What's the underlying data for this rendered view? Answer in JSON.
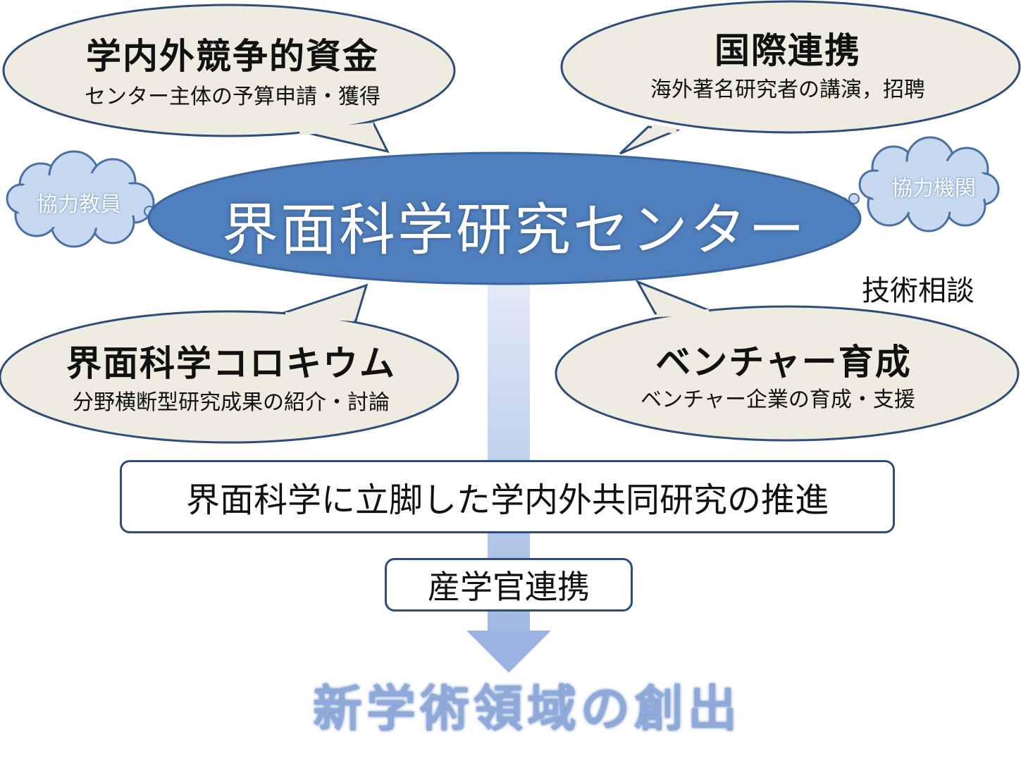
{
  "center": {
    "title": "界面科学研究センター"
  },
  "bubbles": [
    {
      "id": "funding",
      "title": "学内外競争的資金",
      "subtitle": "センター主体の予算申請・獲得"
    },
    {
      "id": "international",
      "title": "国際連携",
      "subtitle": "海外著名研究者の講演，招聘"
    },
    {
      "id": "colloquium",
      "title": "界面科学コロキウム",
      "subtitle": "分野横断型研究成果の紹介・討論"
    },
    {
      "id": "venture",
      "title": "ベンチャー育成",
      "subtitle": "ベンチャー企業の育成・支援"
    }
  ],
  "clouds": {
    "left": "協力教員",
    "right": "協力機関"
  },
  "side_note": "技術相談",
  "boxes": {
    "joint_research": "界面科学に立脚した学内外共同研究の推進",
    "industry": "産学官連携"
  },
  "result": "新学術領域の創出",
  "colors": {
    "center_fill": "#4f7fbd",
    "center_stroke": "#3b659d",
    "bubble_fill": "#eeece1",
    "bubble_stroke": "#2e4d7a",
    "cloud_fill": "#c6d9f1",
    "cloud_stroke": "#4a6fa5",
    "arrow": "#9ab3e0",
    "result_text": "#8faad8"
  }
}
